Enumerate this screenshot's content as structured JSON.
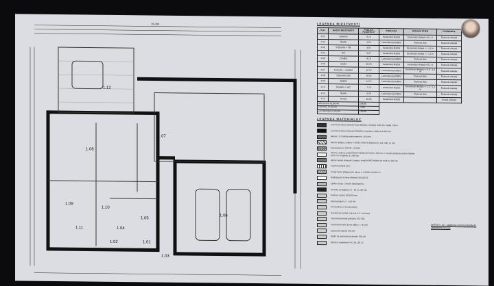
{
  "rooms_legend": {
    "title": "LEGENDA MIESTNOSTÍ",
    "headers": [
      "Č.M.",
      "NÁZOV MIESTNOSTI",
      "PODLAH. PLOCHA m²",
      "PODLAHA",
      "ÚPRAVA STIEN",
      "POZNÁMKA"
    ],
    "rows": [
      [
        "1.01",
        "Zádverie",
        "6,10",
        "Keramická dlažba",
        "Keramický obklad v=0,1 m",
        "Štuková omietka"
      ],
      [
        "1.02",
        "Šatník",
        "4,61",
        "Laminátová podlaha",
        "Štuková lišta",
        "Štuková omietka"
      ],
      [
        "1.03",
        "Práčovňa + TM",
        "4,81",
        "Keramická dlažba",
        "Keramický obklad v = 1,2 m",
        "Štuková omietka"
      ],
      [
        "1.04",
        "WC",
        "2,37",
        "Keramická dlažba",
        "Keramický obklad v = 1,2 m",
        "Štuková omietka"
      ],
      [
        "1.05",
        "Chodba",
        "9,18",
        "Laminátová podlaha",
        "Štuková lišta",
        "Štuková omietka"
      ],
      [
        "1.06",
        "Garáž",
        "39,70",
        "Keramická dlažba",
        "Keramický obklad v=0,1 m",
        "Štuková omietka"
      ],
      [
        "1.07",
        "Kuchyňa + Jedáleň",
        "26,70",
        "Laminátová podlaha",
        "Keramický obklad v = 0,6 - 1,4 m",
        "Štuková omietka"
      ],
      [
        "1.08",
        "Obývacia izba",
        "28,42",
        "Laminátová podlaha",
        "Štuková lišta",
        "Štuková omietka"
      ],
      [
        "1.09",
        "Spálňa",
        "14,71",
        "Laminátová podlaha",
        "Štuková lišta",
        "Štuková omietka"
      ],
      [
        "1.10",
        "Kúpeľňa + WC",
        "7,76",
        "Keramická dlažba",
        "Keramický obklad v = 1,2 - 2,1 m",
        "Štuková omietka"
      ],
      [
        "1.11",
        "Šatník",
        "6,30",
        "Laminátová podlaha",
        "Štuková lišta",
        "Štuková omietka"
      ],
      [
        "1.12",
        "Terasa",
        "39,05",
        "Keramická dlažba",
        "",
        "Umelá omietka"
      ]
    ],
    "totals": [
      [
        "ÚŽITKOVÁ PLOCHA",
        "144,86"
      ],
      [
        "OBYTNÁ PLOCHA",
        "75,84"
      ],
      [
        "ZASTAVANÁ PLOCHA",
        "199,86"
      ]
    ]
  },
  "materials_legend": {
    "title": "LEGENDA MATERIÁLOV",
    "items": [
      "Komínové teleso Schiedel Duo 360/350 s vložkou ø 80 mm, výška 7,00 m",
      "Komínové teleso Schiedel 360/360 s tesniacou vložkou ø 200 mm",
      "Murivo z DT tvárnicovými tvarmi hr. 250 mm",
      "Murivo deliace z tvárnic YTONG PORFIX 600/500 hr. 125, 100, 75 mm",
      "Železobetón tr. C25/30 - C16/20",
      "Murivo z tvárnic, tehál POROTHERM 30 Profi hr. 300 mm + Tepelný izolačný systém fasáda EPS 70 F Graphite hr. 200 mm",
      "Murivo nosné vnútorné z tvárnic, tehál POROTHERM 25 Profi hr. 250 mm",
      "Tepelná izolácia stien",
      "Prostý betón základových pásov tr. C16/20, C16/20 XY",
      "Izolácia proti zemnej vlhkosti VIDI 500 SI",
      "Záklop stropu z dosiek sadrokartónu",
      "Omietka vonkajšia hr. 6 - 60 m, 100 mm",
      "Oceľový rozvod 100/100 mm",
      "Plynový kotol 5,4 - 15,6 kW",
      "Termostat EL.3 kondenzačný",
      "Rozdeľovač podlah. kúrenia, 10 - okruhový",
      "Vzduchotechnická jednotka TGV 300",
      "Tepelnotechnický komín dĺžky 5 - 60 mm",
      "Expanzná nádoba SOLAR",
      "Nádrž na teplovodnú jednotku SOLAR",
      "Slnečné zariadenie PVC 3N 100 (?)"
    ]
  },
  "detail": {
    "label": "DETAIL č. 02 - napojenie externej fasády do zakladného muriva"
  },
  "plan": {
    "room_tags": [
      "1.01",
      "1.02",
      "1.03",
      "1.04",
      "1.05",
      "1.06",
      "1.07",
      "1.08",
      "1.09",
      "1.10",
      "1.11",
      "1.12"
    ],
    "dimension_top": "15.000"
  }
}
